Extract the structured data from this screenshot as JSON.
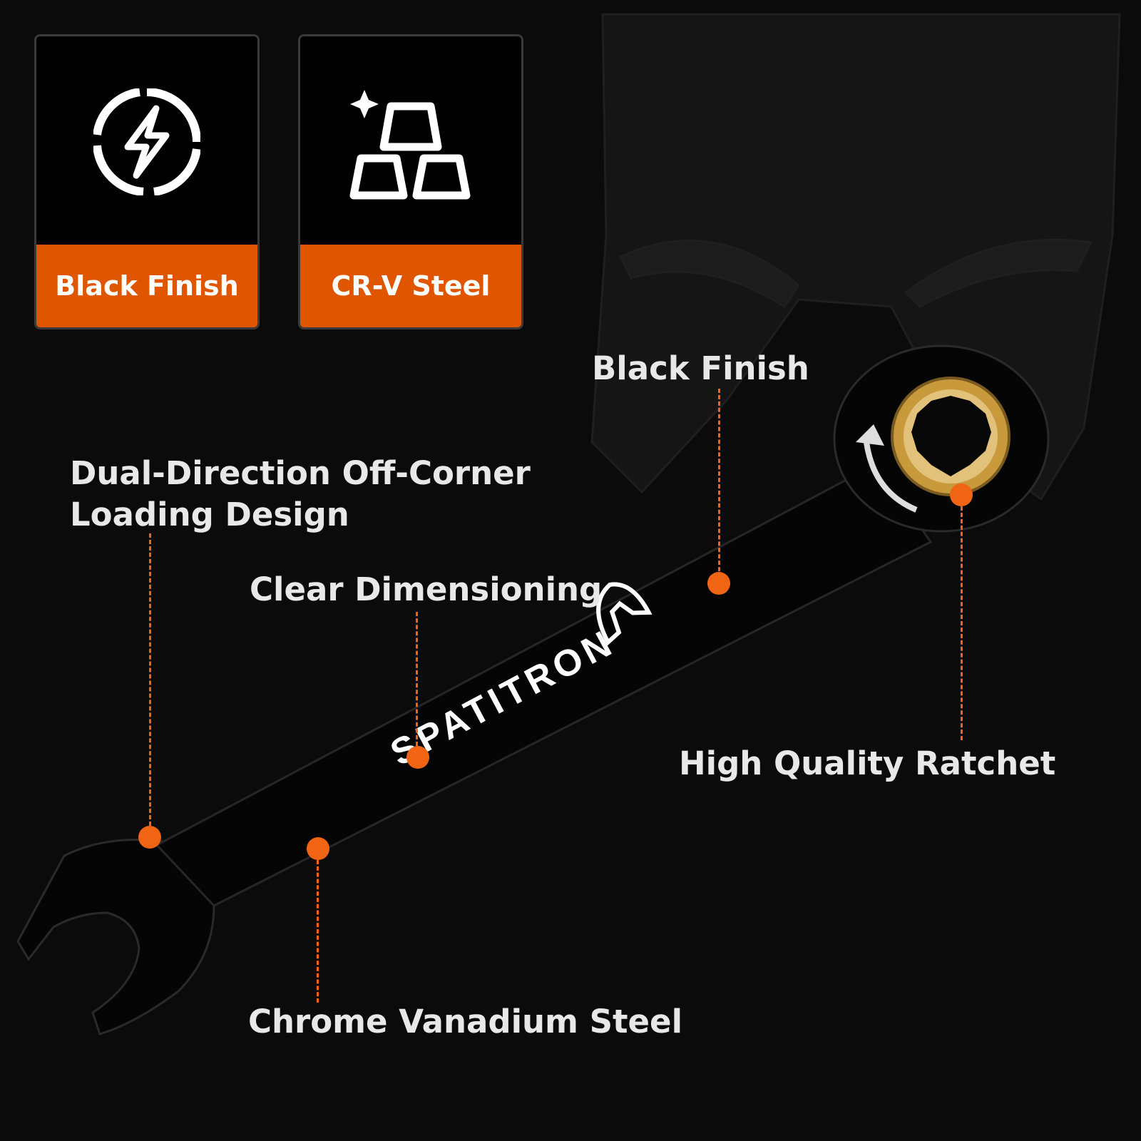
{
  "feature_cards": [
    {
      "label": "Black Finish",
      "icon": "power-bolt-icon"
    },
    {
      "label": "CR-V Steel",
      "icon": "steel-ingots-icon"
    }
  ],
  "callouts": {
    "dual_direction_line1": "Dual-Direction Off-Corner",
    "dual_direction_line2": "Loading Design",
    "clear_dimensioning": "Clear Dimensioning",
    "black_finish": "Black Finish",
    "high_quality_ratchet": "High Quality Ratchet",
    "chrome_vanadium_steel": "Chrome Vanadium Steel"
  },
  "brand": {
    "name": "SPATITRON",
    "logo": "spartan-helmet-icon"
  },
  "colors": {
    "accent": "#e05500",
    "dot": "#f06414",
    "background": "#0b0b0b",
    "text": "#e8e8e8"
  }
}
